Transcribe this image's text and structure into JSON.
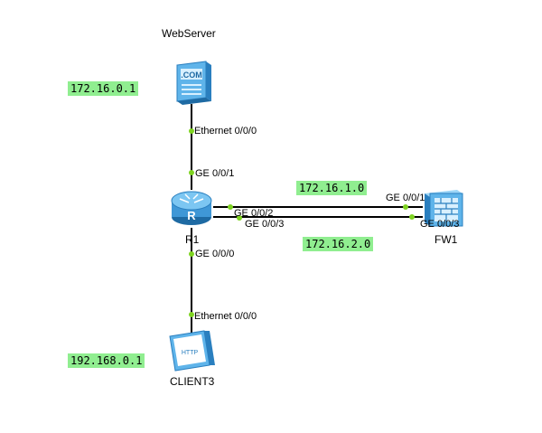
{
  "devices": {
    "webserver": {
      "name": "WebServer",
      "badge": ".COM"
    },
    "router": {
      "name": "R1",
      "badge": "R"
    },
    "firewall": {
      "name": "FW1"
    },
    "client": {
      "name": "CLIENT3",
      "badge": "HTTP"
    }
  },
  "ports": {
    "webserver_eth": "Ethernet 0/0/0",
    "r1_ge001": "GE 0/0/1",
    "r1_ge002": "GE 0/0/2",
    "r1_ge003": "GE 0/0/3",
    "r1_ge000": "GE 0/0/0",
    "fw_ge001": "GE 0/0/1",
    "fw_ge003": "GE 0/0/3",
    "client_eth": "Ethernet 0/0/0"
  },
  "networks": {
    "server_net": "172.16.0.1",
    "link1_net": "172.16.1.0",
    "link2_net": "172.16.2.0",
    "client_net": "192.168.0.1"
  },
  "colors": {
    "link": "#000000",
    "port_dot": "#7ed321",
    "net_tag": "#90ee90",
    "device_blue": "#4aa3df"
  }
}
